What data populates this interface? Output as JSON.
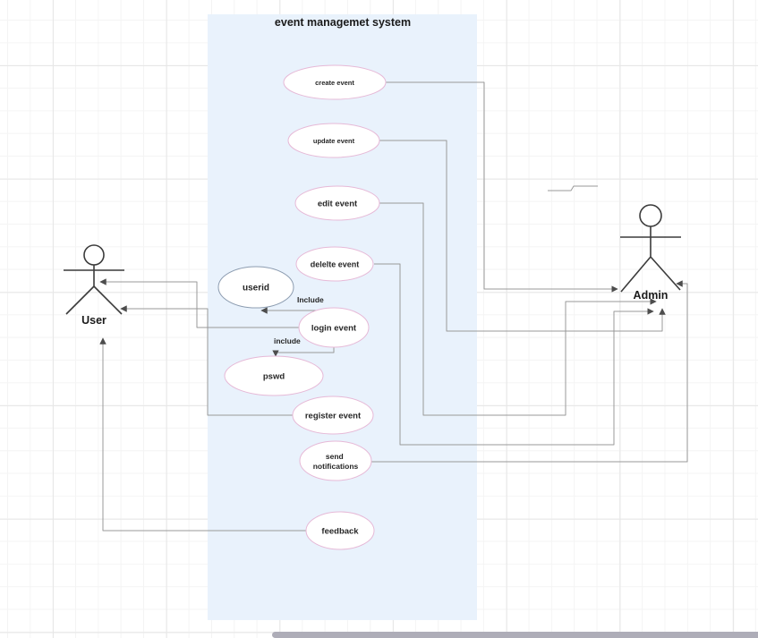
{
  "theme": {
    "boundary_fill": "#e9f2fc",
    "usecase_fill": "#ffffff",
    "usecase_stroke": "#e6b9d7",
    "userid_stroke": "#8c9cb0",
    "connector_color": "#999999",
    "arrow_color": "#4d4d4d",
    "actor_color": "#3b3b3b",
    "text_color": "#262626",
    "scrollbar_color": "#aeadb8"
  },
  "diagram": {
    "title": "event managemet system",
    "actors": [
      {
        "name": "User"
      },
      {
        "name": "Admin"
      }
    ],
    "usecases": [
      {
        "id": "create-event",
        "label": "create event"
      },
      {
        "id": "update-event",
        "label": "update event"
      },
      {
        "id": "edit-event",
        "label": "edit event"
      },
      {
        "id": "delete-event",
        "label": "delelte event"
      },
      {
        "id": "userid",
        "label": "userid"
      },
      {
        "id": "login-event",
        "label": "login event"
      },
      {
        "id": "pswd",
        "label": "pswd"
      },
      {
        "id": "register-event",
        "label": "register event"
      },
      {
        "id": "send-notifications",
        "label": "send notifications",
        "line1": "send",
        "line2": "notifications"
      },
      {
        "id": "feedback",
        "label": "feedback"
      }
    ],
    "connector_labels": [
      {
        "text": "Include"
      },
      {
        "text": "include"
      }
    ]
  }
}
